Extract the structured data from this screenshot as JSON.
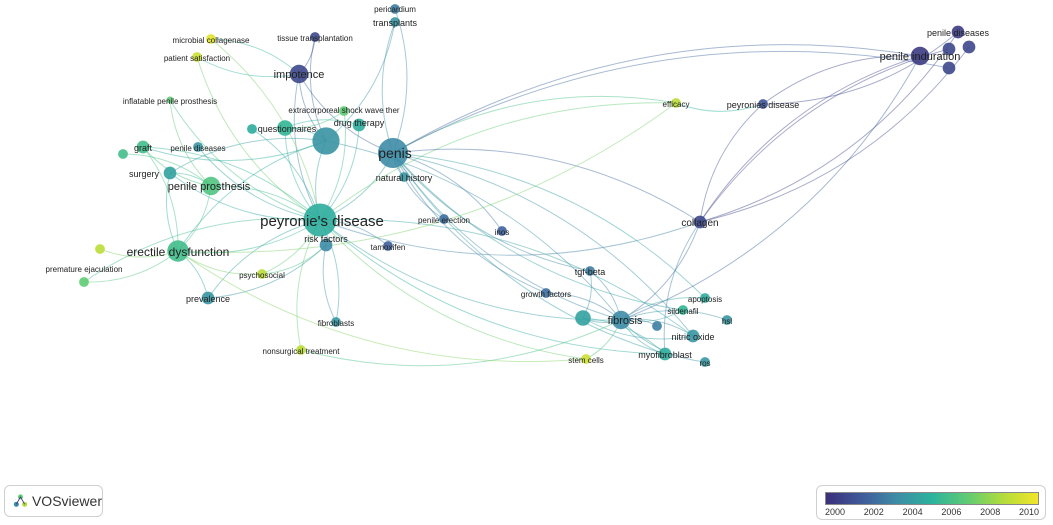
{
  "colors": {
    "gradient": [
      "#3b2f7a",
      "#3f5a9a",
      "#3d8ca6",
      "#2bb39c",
      "#5fcb74",
      "#b2dc3c",
      "#f2e52a"
    ]
  },
  "nodes": [
    {
      "id": "peyronies-disease",
      "label": "peyronie's disease",
      "year": 2005,
      "weight": 10
    },
    {
      "id": "penis",
      "label": "penis",
      "year": 2003.5,
      "weight": 9
    },
    {
      "id": "penis-hub",
      "label": "",
      "year": 2003.8,
      "weight": 8
    },
    {
      "id": "erectile-dysfunction",
      "label": "erectile dysfunction",
      "year": 2006,
      "weight": 6
    },
    {
      "id": "penile-prosthesis",
      "label": "penile prosthesis",
      "year": 2006.5,
      "weight": 5
    },
    {
      "id": "impotence",
      "label": "impotence",
      "year": 2001,
      "weight": 5
    },
    {
      "id": "fibrosis",
      "label": "fibrosis",
      "year": 2003.5,
      "weight": 5
    },
    {
      "id": "penile-induration",
      "label": "penile induration",
      "year": 2000.5,
      "weight": 5
    },
    {
      "id": "penile-diseases-top",
      "label": "penile diseases",
      "year": 2000.5,
      "weight": 3
    },
    {
      "id": "questionnaires",
      "label": "questionnaires",
      "year": 2005.5,
      "weight": 4
    },
    {
      "id": "drug-therapy",
      "label": "drug therapy",
      "year": 2005,
      "weight": 3
    },
    {
      "id": "extracorporeal",
      "label": "extracorporeal shock wave ther",
      "year": 2007,
      "weight": 2
    },
    {
      "id": "collagen",
      "label": "collagen",
      "year": 2001,
      "weight": 3
    },
    {
      "id": "risk-factors",
      "label": "risk factors",
      "year": 2003.5,
      "weight": 3
    },
    {
      "id": "natural-history",
      "label": "natural history",
      "year": 2004,
      "weight": 2
    },
    {
      "id": "graft",
      "label": "graft",
      "year": 2006,
      "weight": 3
    },
    {
      "id": "surgery",
      "label": "surgery",
      "year": 2004.5,
      "weight": 3
    },
    {
      "id": "penile-diseases-left",
      "label": "penile diseases",
      "year": 2004,
      "weight": 2
    },
    {
      "id": "premature-ejaculation",
      "label": "premature ejaculation",
      "year": 2007,
      "weight": 2
    },
    {
      "id": "psychosocial",
      "label": "psychosocial",
      "year": 2009,
      "weight": 2
    },
    {
      "id": "prevalence",
      "label": "prevalence",
      "year": 2004,
      "weight": 3
    },
    {
      "id": "fibroblasts",
      "label": "fibroblasts",
      "year": 2004,
      "weight": 2
    },
    {
      "id": "nonsurgical-treatment",
      "label": "nonsurgical treatment",
      "year": 2009,
      "weight": 2
    },
    {
      "id": "tamoxifen",
      "label": "tamoxifen",
      "year": 2002,
      "weight": 2
    },
    {
      "id": "penile-erection",
      "label": "penile erection",
      "year": 2002.5,
      "weight": 2
    },
    {
      "id": "inos",
      "label": "inos",
      "year": 2002,
      "weight": 2
    },
    {
      "id": "tgf-beta",
      "label": "tgf-beta",
      "year": 2003,
      "weight": 2
    },
    {
      "id": "growth-factors",
      "label": "growth factors",
      "year": 2002.5,
      "weight": 2
    },
    {
      "id": "apoptosis",
      "label": "apoptosis",
      "year": 2005,
      "weight": 2
    },
    {
      "id": "sildenafil",
      "label": "sildenafil",
      "year": 2005.5,
      "weight": 2
    },
    {
      "id": "nitric-oxide",
      "label": "nitric oxide",
      "year": 2004,
      "weight": 3
    },
    {
      "id": "hsl",
      "label": "hsl",
      "year": 2004,
      "weight": 2
    },
    {
      "id": "myofibroblast",
      "label": "myofibroblast",
      "year": 2005,
      "weight": 3
    },
    {
      "id": "ros",
      "label": "ros",
      "year": 2004,
      "weight": 2
    },
    {
      "id": "stem-cells",
      "label": "stem cells",
      "year": 2009.5,
      "weight": 2
    },
    {
      "id": "efficacy",
      "label": "efficacy",
      "year": 2009,
      "weight": 2
    },
    {
      "id": "peyronies-disease-2",
      "label": "peyronies disease",
      "year": 2001.5,
      "weight": 2
    },
    {
      "id": "pericardium",
      "label": "pericardium",
      "year": 2003,
      "weight": 2
    },
    {
      "id": "transplants",
      "label": "transplants",
      "year": 2004,
      "weight": 2
    },
    {
      "id": "tissue-transplantation",
      "label": "tissue transplantation",
      "year": 2001,
      "weight": 2
    },
    {
      "id": "microbial-collagenase",
      "label": "microbial collagenase",
      "year": 2010,
      "weight": 2
    },
    {
      "id": "patient-satisfaction",
      "label": "patient satisfaction",
      "year": 2009.5,
      "weight": 2
    },
    {
      "id": "inflatable-penile-prosthesis",
      "label": "inflatable penile prosthesis",
      "year": 2007,
      "weight": 1
    },
    {
      "id": "fib-hub",
      "label": "",
      "year": 2004.5,
      "weight": 4
    },
    {
      "id": "red-extra-1",
      "label": "",
      "year": 2001,
      "weight": 3
    },
    {
      "id": "red-extra-2",
      "label": "",
      "year": 2001,
      "weight": 3
    },
    {
      "id": "red-extra-3",
      "label": "",
      "year": 2001,
      "weight": 3
    },
    {
      "id": "misc-1",
      "label": "",
      "year": 2005,
      "weight": 2
    },
    {
      "id": "misc-2",
      "label": "",
      "year": 2009,
      "weight": 2
    },
    {
      "id": "misc-3",
      "label": "",
      "year": 2006,
      "weight": 2
    },
    {
      "id": "misc-4",
      "label": "",
      "year": 2003,
      "weight": 2
    }
  ],
  "links": [
    [
      "peyronies-disease",
      "penis-hub"
    ],
    [
      "peyronies-disease",
      "penis"
    ],
    [
      "peyronies-disease",
      "erectile-dysfunction"
    ],
    [
      "peyronies-disease",
      "penile-prosthesis"
    ],
    [
      "peyronies-disease",
      "impotence"
    ],
    [
      "peyronies-disease",
      "fibrosis"
    ],
    [
      "peyronies-disease",
      "questionnaires"
    ],
    [
      "peyronies-disease",
      "drug-therapy"
    ],
    [
      "peyronies-disease",
      "risk-factors"
    ],
    [
      "peyronies-disease",
      "graft"
    ],
    [
      "peyronies-disease",
      "surgery"
    ],
    [
      "peyronies-disease",
      "prevalence"
    ],
    [
      "peyronies-disease",
      "psychosocial"
    ],
    [
      "peyronies-disease",
      "premature-ejaculation"
    ],
    [
      "peyronies-disease",
      "fibroblasts"
    ],
    [
      "peyronies-disease",
      "nonsurgical-treatment"
    ],
    [
      "peyronies-disease",
      "tamoxifen"
    ],
    [
      "peyronies-disease",
      "collagen"
    ],
    [
      "peyronies-disease",
      "efficacy"
    ],
    [
      "peyronies-disease",
      "stem-cells"
    ],
    [
      "peyronies-disease",
      "nitric-oxide"
    ],
    [
      "peyronies-disease",
      "myofibroblast"
    ],
    [
      "peyronies-disease",
      "penile-diseases-left"
    ],
    [
      "peyronies-disease",
      "extracorporeal"
    ],
    [
      "peyronies-disease",
      "patient-satisfaction"
    ],
    [
      "peyronies-disease",
      "microbial-collagenase"
    ],
    [
      "peyronies-disease",
      "inflatable-penile-prosthesis"
    ],
    [
      "penis",
      "fibrosis"
    ],
    [
      "penis",
      "collagen"
    ],
    [
      "penis",
      "tgf-beta"
    ],
    [
      "penis",
      "nitric-oxide"
    ],
    [
      "penis",
      "myofibroblast"
    ],
    [
      "penis",
      "apoptosis"
    ],
    [
      "penis",
      "sildenafil"
    ],
    [
      "penis",
      "impotence"
    ],
    [
      "penis",
      "pericardium"
    ],
    [
      "penis",
      "transplants"
    ],
    [
      "penis",
      "penile-erection"
    ],
    [
      "penis",
      "inos"
    ],
    [
      "penis",
      "natural-history"
    ],
    [
      "penis",
      "efficacy"
    ],
    [
      "penis",
      "growth-factors"
    ],
    [
      "penis-hub",
      "impotence"
    ],
    [
      "penis-hub",
      "transplants"
    ],
    [
      "penis-hub",
      "tissue-transplantation"
    ],
    [
      "penis-hub",
      "erectile-dysfunction"
    ],
    [
      "penis-hub",
      "fibrosis"
    ],
    [
      "penis-hub",
      "questionnaires"
    ],
    [
      "penis-hub",
      "graft"
    ],
    [
      "penis-hub",
      "surgery"
    ],
    [
      "collagen",
      "penile-induration"
    ],
    [
      "collagen",
      "penile-diseases-top"
    ],
    [
      "collagen",
      "fibrosis"
    ],
    [
      "collagen",
      "myofibroblast"
    ],
    [
      "collagen",
      "peyronies-disease-2"
    ],
    [
      "penile-induration",
      "peyronies-disease-2"
    ],
    [
      "penile-induration",
      "fibrosis"
    ],
    [
      "penile-induration",
      "penis"
    ],
    [
      "penile-diseases-top",
      "peyronies-disease-2"
    ],
    [
      "fibrosis",
      "tgf-beta"
    ],
    [
      "fibrosis",
      "apoptosis"
    ],
    [
      "fibrosis",
      "sildenafil"
    ],
    [
      "fibrosis",
      "nitric-oxide"
    ],
    [
      "fibrosis",
      "myofibroblast"
    ],
    [
      "fibrosis",
      "hsl"
    ],
    [
      "fibrosis",
      "ros"
    ],
    [
      "fibrosis",
      "stem-cells"
    ],
    [
      "fibrosis",
      "growth-factors"
    ],
    [
      "fibrosis",
      "fib-hub"
    ],
    [
      "fib-hub",
      "nitric-oxide"
    ],
    [
      "fib-hub",
      "myofibroblast"
    ],
    [
      "fib-hub",
      "tgf-beta"
    ],
    [
      "erectile-dysfunction",
      "premature-ejaculation"
    ],
    [
      "erectile-dysfunction",
      "penile-prosthesis"
    ],
    [
      "erectile-dysfunction",
      "prevalence"
    ],
    [
      "erectile-dysfunction",
      "psychosocial"
    ],
    [
      "erectile-dysfunction",
      "surgery"
    ],
    [
      "erectile-dysfunction",
      "graft"
    ],
    [
      "penile-prosthesis",
      "graft"
    ],
    [
      "penile-prosthesis",
      "surgery"
    ],
    [
      "penile-prosthesis",
      "inflatable-penile-prosthesis"
    ],
    [
      "impotence",
      "microbial-collagenase"
    ],
    [
      "impotence",
      "patient-satisfaction"
    ],
    [
      "impotence",
      "tissue-transplantation"
    ],
    [
      "questionnaires",
      "drug-therapy"
    ],
    [
      "questionnaires",
      "extracorporeal"
    ],
    [
      "risk-factors",
      "prevalence"
    ],
    [
      "risk-factors",
      "fibroblasts"
    ],
    [
      "risk-factors",
      "psychosocial"
    ],
    [
      "efficacy",
      "peyronies-disease-2"
    ],
    [
      "efficacy",
      "erectile-dysfunction"
    ],
    [
      "nonsurgical-treatment",
      "fibrosis"
    ],
    [
      "stem-cells",
      "erectile-dysfunction"
    ],
    [
      "red-extra-1",
      "collagen"
    ],
    [
      "red-extra-2",
      "collagen"
    ],
    [
      "red-extra-3",
      "penis"
    ],
    [
      "misc-1",
      "peyronies-disease"
    ],
    [
      "misc-2",
      "erectile-dysfunction"
    ],
    [
      "misc-3",
      "penile-prosthesis"
    ],
    [
      "misc-4",
      "fibrosis"
    ]
  ],
  "legend": {
    "ticks": [
      "2000",
      "2002",
      "2004",
      "2006",
      "2008",
      "2010"
    ]
  },
  "branding": {
    "name": "VOSviewer"
  }
}
